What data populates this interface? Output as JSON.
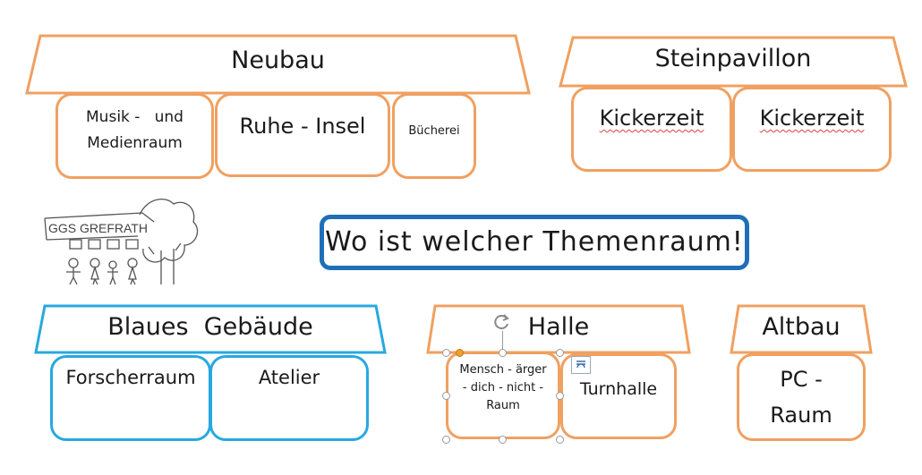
{
  "title": "Wo ist welcher Themenraum!",
  "logo_text": "GGS GREFRATH",
  "buildings": {
    "neubau": {
      "name": "Neubau",
      "rooms": [
        "Musik -   und Medienraum",
        "Ruhe - Insel",
        "Bücherei"
      ]
    },
    "steinpavillon": {
      "name": "Steinpavillon",
      "rooms": [
        "Kickerzeit",
        "Kickerzeit"
      ]
    },
    "blaues": {
      "name": "Blaues  Gebäude",
      "rooms": [
        "Forscherraum",
        "Atelier"
      ]
    },
    "halle": {
      "name": "Halle",
      "rooms": [
        "Mensch - ärger - dich - nicht - Raum",
        "Turnhalle"
      ]
    },
    "altbau": {
      "name": "Altbau",
      "rooms": [
        "PC - Raum"
      ]
    }
  },
  "colors": {
    "orange": "#f0a060",
    "blue": "#29a8e0",
    "title_border": "#1f6fb8"
  }
}
